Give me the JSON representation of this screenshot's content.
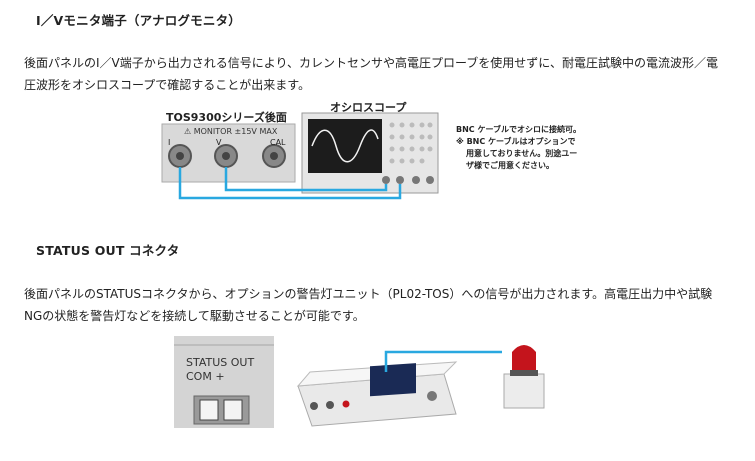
{
  "section1": {
    "heading": "I／Vモニタ端子（アナログモニタ）",
    "paragraph": "後面パネルのI／V端子から出力される信号により、カレントセンサや高電圧プローブを使用せずに、耐電圧試験中の電流波形／電圧波形をオシロスコープで確認することが出来ます。",
    "figure": {
      "panel_title": "TOS9300シリーズ後面",
      "scope_title": "オシロスコープ",
      "monitor_label": "⚠ MONITOR  ±15V MAX",
      "port_i": "I",
      "port_v": "V",
      "port_cal": "CAL",
      "note_line1": "BNC ケーブルでオシロに接続可。",
      "note_line2": "※ BNC ケーブルはオプションで",
      "note_line3": "用意しておりません。別途ユー",
      "note_line4": "ザ様でご用意ください。"
    }
  },
  "section2": {
    "heading": "STATUS OUT コネクタ",
    "paragraph": "後面パネルのSTATUSコネクタから、オプションの警告灯ユニット（PL02-TOS）への信号が出力されます。高電圧出力中や試験NGの状態を警告灯などを接続して駆動させることが可能です。",
    "figure": {
      "status_line1": "STATUS OUT",
      "status_line2": "COM  +"
    }
  },
  "colors": {
    "cable": "#29a8e0",
    "lamp": "#c4141c"
  }
}
